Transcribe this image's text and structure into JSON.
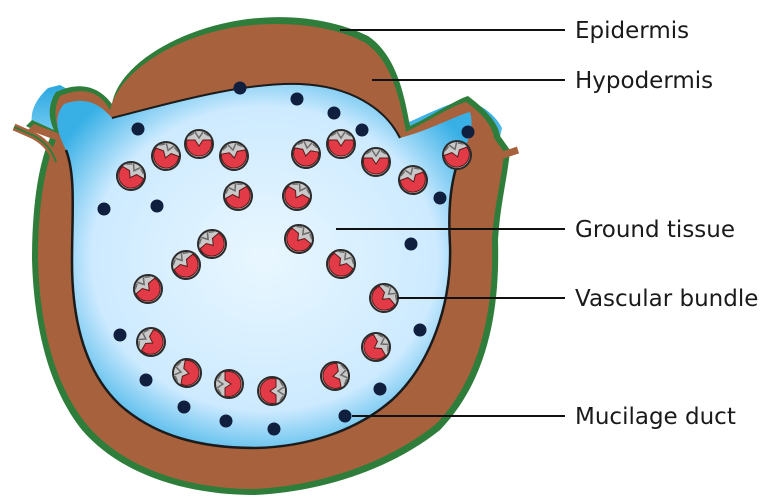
{
  "labels": {
    "epidermis": "Epidermis",
    "hypodermis": "Hypodermis",
    "ground_tissue": "Ground tissue",
    "vascular_bundle": "Vascular bundle",
    "mucilage_duct": "Mucilage duct"
  },
  "colors": {
    "epidermis": "#2f7d3a",
    "hypodermis": "#a8613d",
    "ground_tissue": "#d6efff",
    "ground_tissue_edge": "#2aa7e0",
    "vascular_xylem": "#c9c9c9",
    "vascular_phloem": "#e23a46",
    "mucilage_duct": "#0f1f3d"
  }
}
